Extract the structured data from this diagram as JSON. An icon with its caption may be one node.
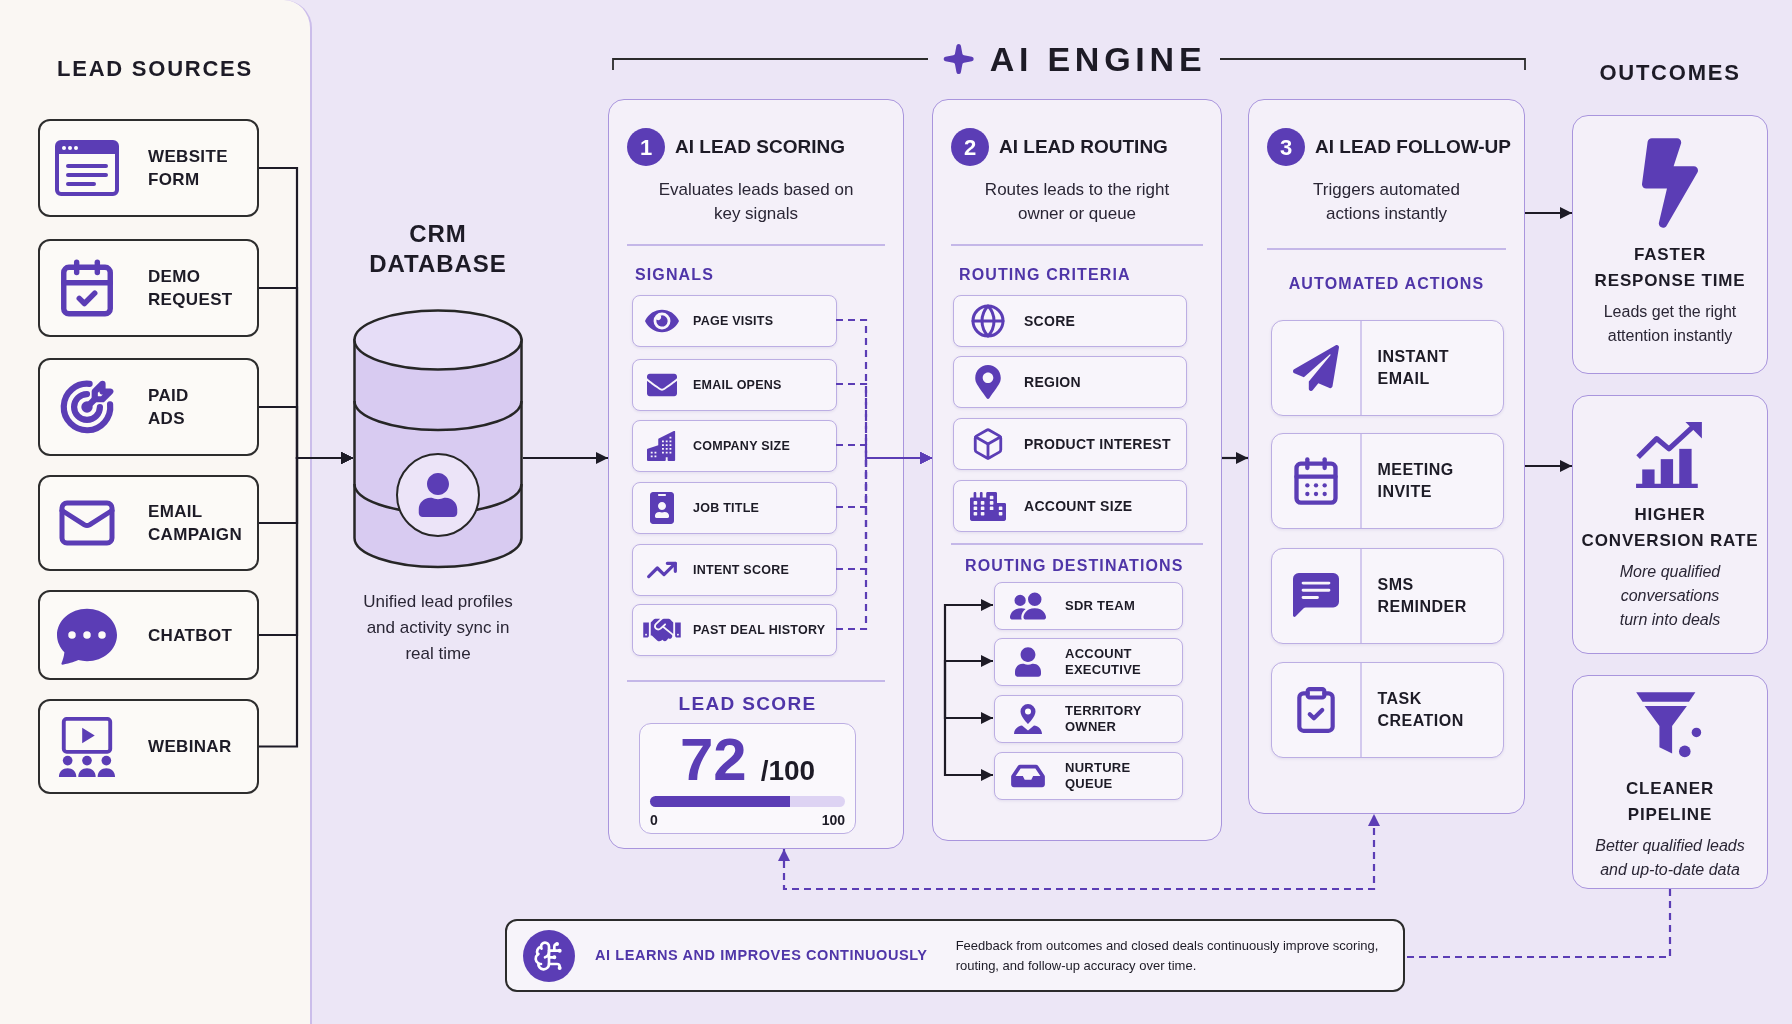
{
  "diagram": {
    "nodes": [
      {
        "text": [
          "LEAD SOURCES"
        ]
      },
      {
        "text": [
          "WEBSITE FORM"
        ],
        "in": 0
      },
      {
        "text": [
          "DEMO REQUEST"
        ],
        "in": 0
      },
      {
        "text": [
          "PAID ADS"
        ],
        "in": 0
      },
      {
        "text": [
          "EMAIL CAMPAIGN"
        ],
        "in": 0
      },
      {
        "text": [
          "CHATBOT"
        ],
        "in": 0
      },
      {
        "text": [
          "WEBINAR"
        ],
        "in": 0
      },
      {
        "text": [
          "CRM DATABASE"
        ],
        "beside": [
          "Unified lead profiles and activity sync in real time"
        ]
      },
      {
        "text": [
          "AI LEAD SCORING",
          "Evaluates leads based on key signals",
          "SIGNALS"
        ]
      },
      {
        "text": [
          "1"
        ],
        "in": 8
      },
      {
        "text": [
          "PAGE VISITS"
        ],
        "in": 8
      },
      {
        "text": [
          "EMAIL OPENS"
        ],
        "in": 8
      },
      {
        "text": [
          "COMPANY SIZE"
        ],
        "in": 8
      },
      {
        "text": [
          "JOB TITLE"
        ],
        "in": 8
      },
      {
        "text": [
          "INTENT SCORE"
        ],
        "in": 8
      },
      {
        "text": [
          "PAST DEAL HISTORY"
        ],
        "in": 8
      },
      {
        "text": [
          "LEAD SCORE",
          "72",
          "/100",
          "0",
          "100"
        ],
        "in": 8
      },
      {
        "text": [
          "AI LEAD ROUTING",
          "Routes leads to the right owner or queue",
          "ROUTING CRITERIA",
          "ROUTING DESTINATIONS"
        ]
      },
      {
        "text": [
          "2"
        ],
        "in": 17
      },
      {
        "text": [
          "SCORE"
        ],
        "in": 17
      },
      {
        "text": [
          "REGION"
        ],
        "in": 17
      },
      {
        "text": [
          "PRODUCT INTEREST"
        ],
        "in": 17
      },
      {
        "text": [
          "ACCOUNT SIZE"
        ],
        "in": 17
      },
      {
        "text": [
          "SDR TEAM"
        ],
        "in": 17
      },
      {
        "text": [
          "ACCOUNT EXECUTIVE"
        ],
        "in": 17
      },
      {
        "text": [
          "TERRITORY OWNER"
        ],
        "in": 17
      },
      {
        "text": [
          "NURTURE QUEUE"
        ],
        "in": 17
      },
      {
        "text": [
          "AI LEAD FOLLOW-UP",
          "Triggers automated actions instantly",
          "AUTOMATED ACTIONS"
        ]
      },
      {
        "text": [
          "3"
        ],
        "in": 27
      },
      {
        "text": [
          "INSTANT EMAIL"
        ],
        "in": 27
      },
      {
        "text": [
          "MEETING INVITE"
        ],
        "in": 27
      },
      {
        "text": [
          "SMS REMINDER"
        ],
        "in": 27
      },
      {
        "text": [
          "TASK CREATION"
        ],
        "in": 27
      },
      {
        "text": [
          "FASTER RESPONSE TIME",
          "Leads get the right attention instantly"
        ]
      },
      {
        "text": [
          "HIGHER CONVERSION RATE",
          "More qualified conversations turn into deals"
        ]
      },
      {
        "text": [
          "CLEANER PIPELINE",
          "Better qualified leads and up-to-date data"
        ]
      },
      {
        "text": [
          "AI LEARNS AND IMPROVES CONTINUOUSLY",
          "Feedback from outcomes and closed deals continuously improve scoring, routing, and follow-up accuracy over time."
        ]
      }
    ],
    "edges": [
      {
        "from": 1,
        "to": 7,
        "arrow": "to"
      },
      {
        "from": 2,
        "to": 7,
        "arrow": "to"
      },
      {
        "from": 3,
        "to": 7,
        "arrow": "to"
      },
      {
        "from": 4,
        "to": 7,
        "arrow": "to"
      },
      {
        "from": 5,
        "to": 7,
        "arrow": "to"
      },
      {
        "from": 6,
        "to": 7,
        "arrow": "to"
      },
      {
        "from": 7,
        "to": 8,
        "arrow": "to"
      },
      {
        "from": 10,
        "to": 17,
        "arrow": "to",
        "style": "dashed",
        "color": "#5b3db5"
      },
      {
        "from": 11,
        "to": 17,
        "arrow": "to",
        "style": "dashed",
        "color": "#5b3db5"
      },
      {
        "from": 12,
        "to": 17,
        "arrow": "to",
        "style": "dashed",
        "color": "#5b3db5"
      },
      {
        "from": 13,
        "to": 17,
        "arrow": "to",
        "style": "dashed",
        "color": "#5b3db5"
      },
      {
        "from": 14,
        "to": 17,
        "arrow": "to",
        "style": "dashed",
        "color": "#5b3db5"
      },
      {
        "from": 15,
        "to": 17,
        "arrow": "to",
        "style": "dashed",
        "color": "#5b3db5"
      },
      {
        "from": 17,
        "to": 27,
        "arrow": "to"
      },
      {
        "from": null,
        "to": 23,
        "arrow": "to"
      },
      {
        "from": null,
        "to": 24,
        "arrow": "to"
      },
      {
        "from": null,
        "to": 25,
        "arrow": "to"
      },
      {
        "from": null,
        "to": 26,
        "arrow": "to"
      },
      {
        "from": 27,
        "to": 33,
        "arrow": "to"
      },
      {
        "from": 27,
        "to": 34,
        "arrow": "to"
      },
      {
        "from": 35,
        "to": 36,
        "arrow": "none",
        "style": "dashed",
        "color": "#5b3db5"
      },
      {
        "from": 8,
        "to": 27,
        "arrow": "both",
        "style": "dashed",
        "color": "#5b3db5"
      }
    ],
    "labels": [
      "AI ENGINE",
      "OUTCOMES"
    ]
  }
}
